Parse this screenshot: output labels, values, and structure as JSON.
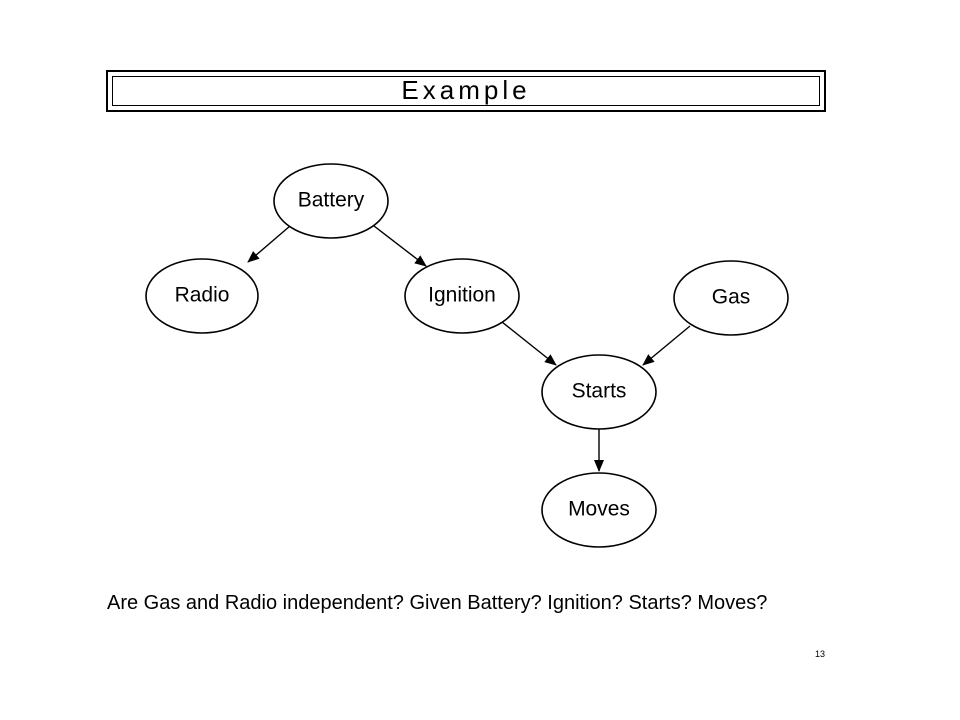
{
  "slide": {
    "title": "Example",
    "question": "Are Gas and Radio independent? Given Battery? Ignition? Starts? Moves?",
    "page_number": "13"
  },
  "diagram": {
    "nodes": {
      "battery": "Battery",
      "radio": "Radio",
      "ignition": "Ignition",
      "gas": "Gas",
      "starts": "Starts",
      "moves": "Moves"
    },
    "edges": [
      [
        "Battery",
        "Radio"
      ],
      [
        "Battery",
        "Ignition"
      ],
      [
        "Ignition",
        "Starts"
      ],
      [
        "Gas",
        "Starts"
      ],
      [
        "Starts",
        "Moves"
      ]
    ]
  }
}
